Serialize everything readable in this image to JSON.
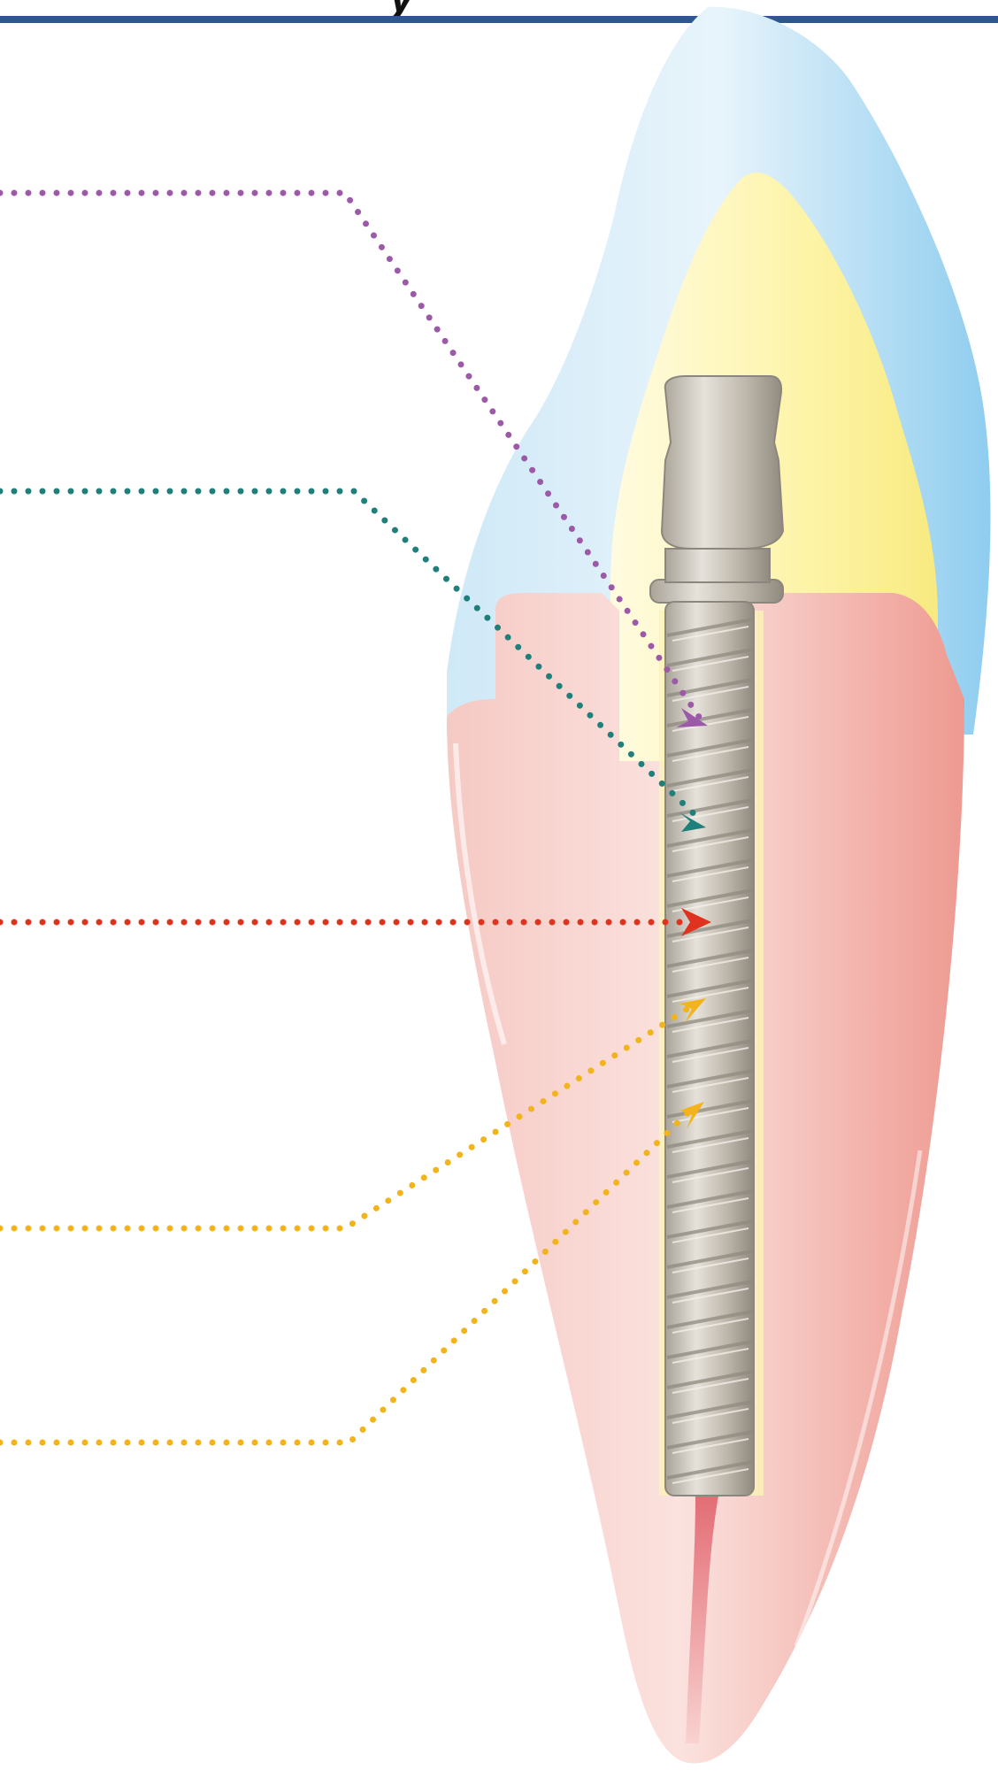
{
  "header": {
    "visible_title_fragment": "y",
    "rule_color": "#2f5597"
  },
  "diagram": {
    "subject": "tooth-with-threaded-root-post",
    "layers": {
      "enamel_color": "#a9d9f3",
      "dentin_color": "#fbf19a",
      "root_color": "#f5b3ad",
      "canal_color": "#e98a8d",
      "post_color": "#c9c3b8"
    },
    "callouts": [
      {
        "id": "leader-1",
        "color": "#9b59a8",
        "label": ""
      },
      {
        "id": "leader-2",
        "color": "#1f7f7a",
        "label": ""
      },
      {
        "id": "leader-3",
        "color": "#e0331f",
        "label": ""
      },
      {
        "id": "leader-4",
        "color": "#f2b31b",
        "label": ""
      },
      {
        "id": "leader-5",
        "color": "#f2b31b",
        "label": ""
      }
    ]
  }
}
